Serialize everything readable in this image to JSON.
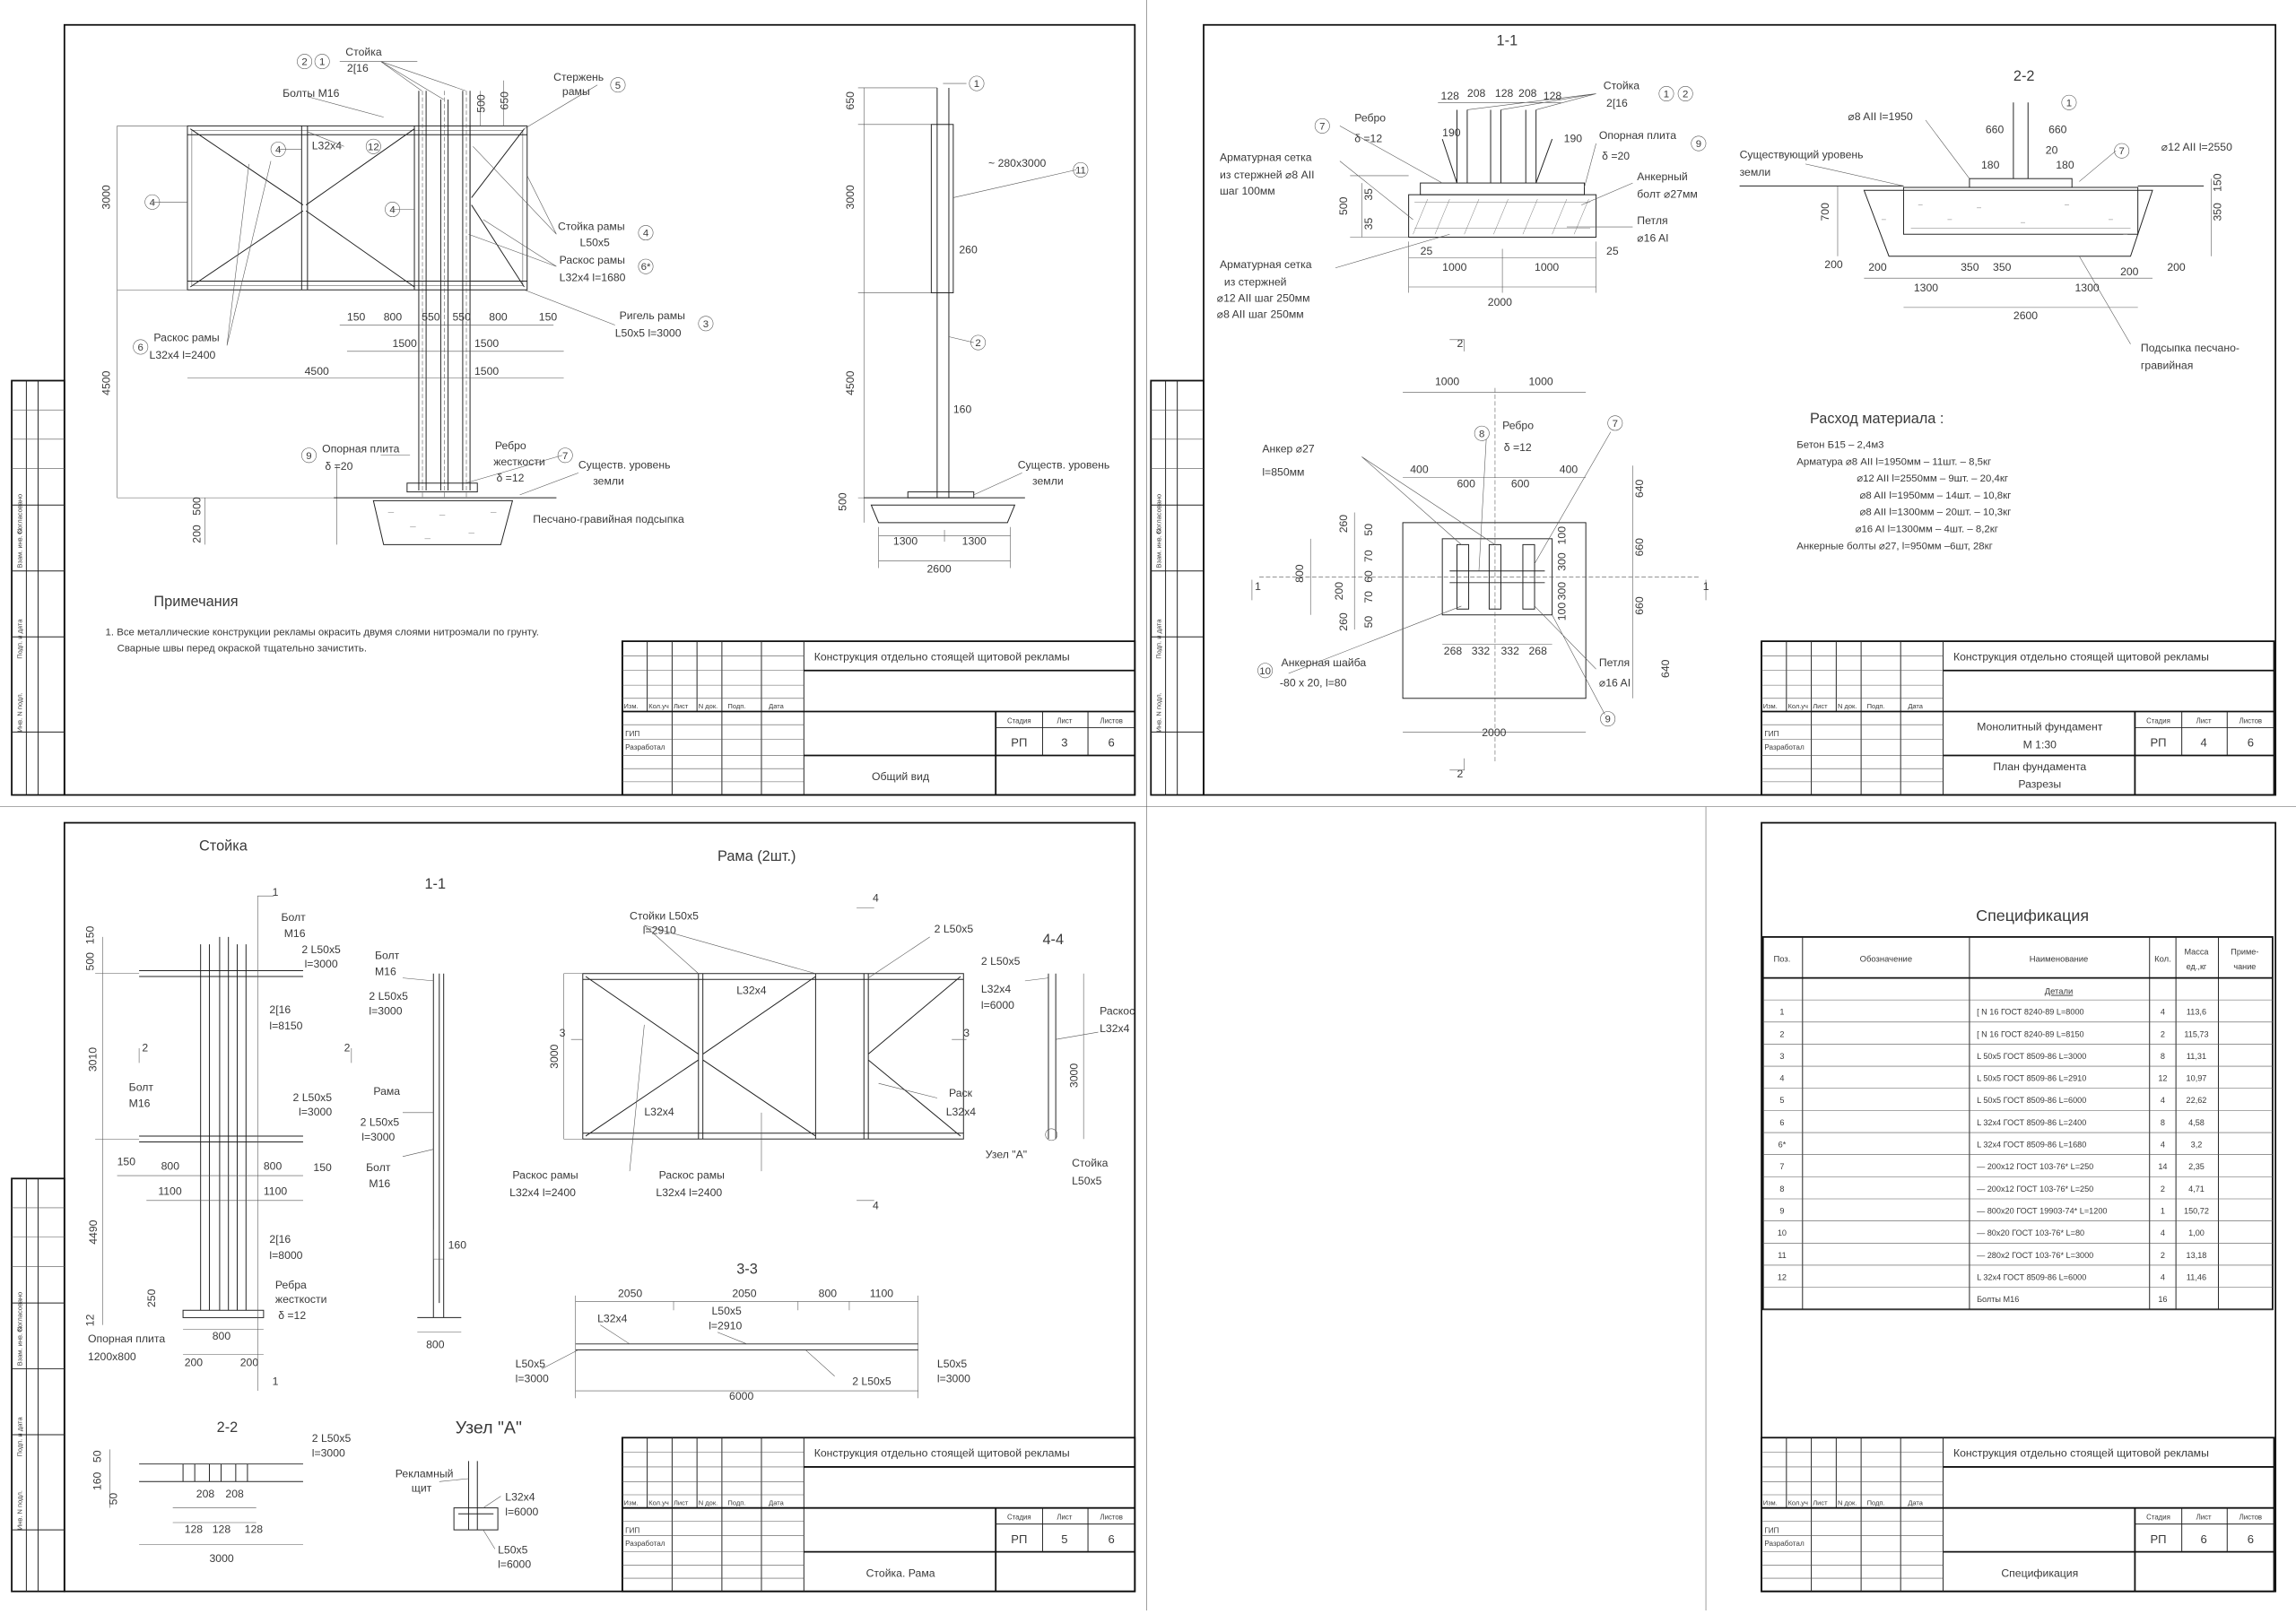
{
  "project_title": "Конструкция отдельно стоящей щитовой рекламы",
  "side_stamp": [
    "Согласовано",
    "Взам. инв. N",
    "Подп. и дата",
    "Инв. N подл."
  ],
  "title_block_common": {
    "cols": [
      "Изм.",
      "Кол.уч",
      "Лист",
      "N док.",
      "Подп.",
      "Дата"
    ],
    "roles": [
      "ГИП",
      "Разработал"
    ],
    "stage_header": "Стадия",
    "sheet_header": "Лист",
    "sheets_header": "Листов"
  },
  "title_blocks": [
    {
      "middle": [
        "",
        ""
      ],
      "name": [
        "Общий вид",
        ""
      ],
      "stage": "РП",
      "sheet": "3",
      "sheets": "6"
    },
    {
      "middle": [
        "Монолитный фундамент",
        "М 1:30"
      ],
      "name": [
        "План фундамента",
        "Разрезы"
      ],
      "stage": "РП",
      "sheet": "4",
      "sheets": "6"
    },
    {
      "middle": [
        "",
        ""
      ],
      "name": [
        "Стойка. Рама",
        ""
      ],
      "stage": "РП",
      "sheet": "5",
      "sheets": "6"
    },
    {
      "middle": [
        "",
        ""
      ],
      "name": [
        "Спецификация",
        ""
      ],
      "stage": "РП",
      "sheet": "6",
      "sheets": "6"
    }
  ],
  "notes": {
    "title": "Примечания",
    "lines": [
      "1. Все металлические конструкции рекламы окрасить двумя слоями нитроэмали по грунту.",
      "Сварные швы перед окраской тщательно зачистить."
    ]
  },
  "materials": {
    "title": "Расход материала :",
    "lines": [
      "Бетон  Б15 – 2,4м3",
      "Арматура  ⌀8 AII  l=1950мм – 11шт. – 8,5кг",
      "⌀12 AII  l=2550мм – 9шт. – 20,4кг",
      "⌀8 AII  l=1950мм – 14шт. – 10,8кг",
      "⌀8 AII  l=1300мм – 20шт. – 10,3кг",
      "⌀16 AI  l=1300мм – 4шт.  – 8,2кг",
      "Анкерные болты ⌀27, l=950мм –6шт, 28кг"
    ]
  },
  "specification": {
    "title": "Спецификация",
    "headers": [
      "Поз.",
      "Обозначение",
      "Наименование",
      "Кол.",
      "Масса ед.,кг",
      "Приме- чание"
    ],
    "section": "Детали",
    "rows": [
      {
        "pos": "1",
        "name": "[ N 16 ГОСТ 8240-89    L=8000",
        "qty": "4",
        "mass": "113,6"
      },
      {
        "pos": "2",
        "name": "[ N 16 ГОСТ 8240-89    L=8150",
        "qty": "2",
        "mass": "115,73"
      },
      {
        "pos": "3",
        "name": "L  50x5 ГОСТ 8509-86    L=3000",
        "qty": "8",
        "mass": "11,31"
      },
      {
        "pos": "4",
        "name": "L  50x5 ГОСТ 8509-86    L=2910",
        "qty": "12",
        "mass": "10,97"
      },
      {
        "pos": "5",
        "name": "L  50x5 ГОСТ 8509-86    L=6000",
        "qty": "4",
        "mass": "22,62"
      },
      {
        "pos": "6",
        "name": "L  32x4 ГОСТ 8509-86    L=2400",
        "qty": "8",
        "mass": "4,58"
      },
      {
        "pos": "6*",
        "name": "L  32x4 ГОСТ 8509-86    L=1680",
        "qty": "4",
        "mass": "3,2"
      },
      {
        "pos": "7",
        "name": "—  200x12 ГОСТ 103-76*    L=250",
        "qty": "14",
        "mass": "2,35"
      },
      {
        "pos": "8",
        "name": "—  200x12 ГОСТ 103-76*    L=250",
        "qty": "2",
        "mass": "4,71"
      },
      {
        "pos": "9",
        "name": "—  800x20 ГОСТ 19903-74*  L=1200",
        "qty": "1",
        "mass": "150,72"
      },
      {
        "pos": "10",
        "name": "—  80x20 ГОСТ 103-76*    L=80",
        "qty": "4",
        "mass": "1,00"
      },
      {
        "pos": "11",
        "name": "—  280x2 ГОСТ 103-76*    L=3000",
        "qty": "2",
        "mass": "13,18"
      },
      {
        "pos": "12",
        "name": "L  32x4 ГОСТ 8509-86    L=6000",
        "qty": "4",
        "mass": "11,46"
      },
      {
        "pos": "",
        "name": "Болты М16",
        "qty": "16",
        "mass": ""
      }
    ]
  },
  "sheets": [
    {
      "labels": [
        "Стойка",
        "2[16",
        "2",
        "1",
        "Болты М16",
        "L32x4",
        "12",
        "Стержень",
        "рамы",
        "5",
        "4",
        "4",
        "4",
        "Стойка рамы",
        "L50x5",
        "4",
        "Раскос рамы",
        "L32x4 l=1680",
        "6*",
        "Ригель рамы",
        "L50x5 l=3000",
        "3",
        "Раскос рамы",
        "L32x4 l=2400",
        "6",
        "150",
        "800",
        "550",
        "550",
        "800",
        "150",
        "1500",
        "1500",
        "4500",
        "1500",
        "3000",
        "4500",
        "500",
        "650",
        "500",
        "200",
        "Опорная плита",
        "δ =20",
        "9",
        "Ребро",
        "жесткости",
        "δ =12",
        "7",
        "Существ. уровень",
        "земли",
        "Песчано-гравийная подсыпка",
        "1",
        "650",
        "3000",
        "~ 280x3000",
        "11",
        "260",
        "2",
        "4500",
        "160",
        "Существ. уровень",
        "земли",
        "500",
        "1300",
        "1300",
        "2600"
      ]
    },
    {
      "labels": [
        "1-1",
        "128",
        "208",
        "128",
        "208",
        "128",
        "Стойка",
        "2[16",
        "1",
        "2",
        "7",
        "Ребро",
        "δ =12",
        "190",
        "190",
        "Опорная плита",
        "δ =20",
        "9",
        "Арматурная сетка",
        "из стержней ⌀8 AII",
        "шаг 100мм",
        "Анкерный",
        "болт ⌀27мм",
        "Петля",
        "⌀16 AI",
        "500",
        "35",
        "35",
        "25",
        "1000",
        "1000",
        "25",
        "2000",
        "Арматурная сетка",
        "из стержней",
        "⌀12 AII шаг 250мм",
        "⌀8 AII шаг 250мм",
        "2-2",
        "⌀8 AII l=1950",
        "1",
        "660",
        "660",
        "20",
        "180",
        "180",
        "7",
        "⌀12 AII l=2550",
        "Существующий уровень",
        "земли",
        "700",
        "150",
        "350",
        "200",
        "200",
        "350",
        "350",
        "200",
        "200",
        "1300",
        "1300",
        "2600",
        "Подсыпка песчано-",
        "гравийная",
        "2",
        "2",
        "1",
        "1",
        "1000",
        "1000",
        "400",
        "600",
        "600",
        "400",
        "640",
        "660",
        "660",
        "640",
        "Анкер ⌀27",
        "l=850мм",
        "8",
        "Ребро",
        "δ =12",
        "7",
        "800",
        "260",
        "200",
        "260",
        "50",
        "70",
        "60",
        "70",
        "50",
        "100",
        "300",
        "300",
        "100",
        "268",
        "332",
        "332",
        "268",
        "Анкерная шайба",
        "-80 x 20, l=80",
        "10",
        "Петля",
        "⌀16 AI",
        "9",
        "2000"
      ]
    },
    {
      "labels": [
        "Стойка",
        "1",
        "Болт",
        "M16",
        "2 L50x5",
        "l=3000",
        "150",
        "500",
        "2[16",
        "l=8150",
        "3010",
        "2",
        "2",
        "Болт",
        "M16",
        "2 L50x5",
        "l=3000",
        "150",
        "800",
        "1100",
        "800",
        "1100",
        "150",
        "2[16",
        "l=8000",
        "4490",
        "250",
        "12",
        "Ребра",
        "жесткости",
        "δ =12",
        "Опорная плита",
        "1200x800",
        "800",
        "200",
        "200",
        "1",
        "1-1",
        "Болт",
        "M16",
        "2 L50x5",
        "l=3000",
        "Рама",
        "2 L50x5",
        "l=3000",
        "Болт",
        "M16",
        "160",
        "800",
        "Рама (2шт.)",
        "Стойки L50x5",
        "l=2910",
        "2 L50x5",
        "L32x4",
        "3000",
        "3",
        "3",
        "4",
        "4",
        "L32x4",
        "Раскос рамы",
        "L32x4 l=2400",
        "Раскос рамы",
        "L32x4 l=2400",
        "Раск",
        "L32x4",
        "4-4",
        "2 L50x5",
        "L32x4",
        "l=6000",
        "Раскос",
        "L32x4",
        "3000",
        "Узел \"А\"",
        "Стойка",
        "L50x5",
        "3-3",
        "2050",
        "2050",
        "800",
        "1100",
        "L32x4",
        "L50x5",
        "l=2910",
        "L50x5",
        "l=3000",
        "2 L50x5",
        "L50x5",
        "l=3000",
        "6000",
        "2-2",
        "2 L50x5",
        "l=3000",
        "50",
        "160",
        "50",
        "208",
        "208",
        "128",
        "128",
        "128",
        "3000",
        "Узел \"А\"",
        "Рекламный",
        "щит",
        "L32x4",
        "l=6000",
        "L50x5",
        "l=6000"
      ]
    }
  ]
}
